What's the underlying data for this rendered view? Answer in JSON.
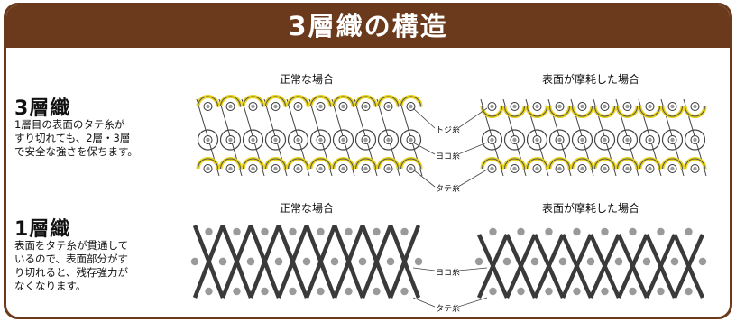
{
  "header": {
    "title": "3層織の構造"
  },
  "three_layer": {
    "title": "3層織",
    "description": [
      "1層目の表面のタテ糸が",
      "すり切れても、2層・3層",
      "で安全な強さを保ちます。"
    ],
    "caption_normal": "正常な場合",
    "caption_worn": "表面が摩耗した場合",
    "label_toji": "トジ糸",
    "label_yoko": "ヨコ糸",
    "label_tate": "タテ糸"
  },
  "single_layer": {
    "title": "1層織",
    "description": [
      "表面をタテ糸が貫通して",
      "いるので、表面部分がす",
      "り切れると、残存強力が",
      "なくなります。"
    ],
    "caption_normal": "正常な場合",
    "caption_worn": "表面が摩耗した場合",
    "label_yoko": "ヨコ糸",
    "label_tate": "タテ糸"
  },
  "colors": {
    "frame": "#6b3a1c",
    "yellow_yarn": "#e8d21a",
    "dark_yarn": "#3a3a3a",
    "dot": "#9a9a9a"
  }
}
